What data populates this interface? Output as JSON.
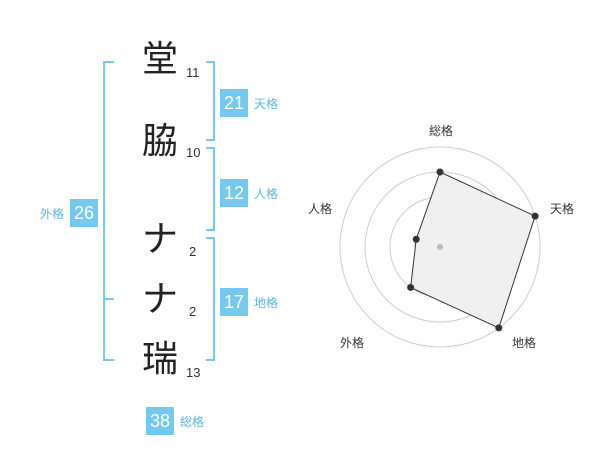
{
  "name_chars": [
    {
      "char": "堂",
      "strokes": "11"
    },
    {
      "char": "脇",
      "strokes": "10"
    },
    {
      "char": "ナ",
      "strokes": "2"
    },
    {
      "char": "ナ",
      "strokes": "2"
    },
    {
      "char": "瑞",
      "strokes": "13"
    }
  ],
  "fortune": {
    "tenkaku": {
      "label": "天格",
      "value": "21"
    },
    "jinkaku": {
      "label": "人格",
      "value": "12"
    },
    "chikaku": {
      "label": "地格",
      "value": "17"
    },
    "gaikaku": {
      "label": "外格",
      "value": "26"
    },
    "soukaku": {
      "label": "総格",
      "value": "38"
    }
  },
  "radar": {
    "labels": {
      "top": "総格",
      "right": "天格",
      "bottom_right": "地格",
      "bottom_left": "外格",
      "left": "人格"
    },
    "levels": 4,
    "values": {
      "soukaku": 3,
      "tenkaku": 4,
      "chikaku": 4,
      "gaikaku": 2,
      "jinkaku": 1
    },
    "colors": {
      "fill": "#efefef",
      "stroke": "#333333",
      "grid": "#cccccc",
      "center": "#bbbbbb",
      "bracket": "#76c8ef"
    }
  }
}
